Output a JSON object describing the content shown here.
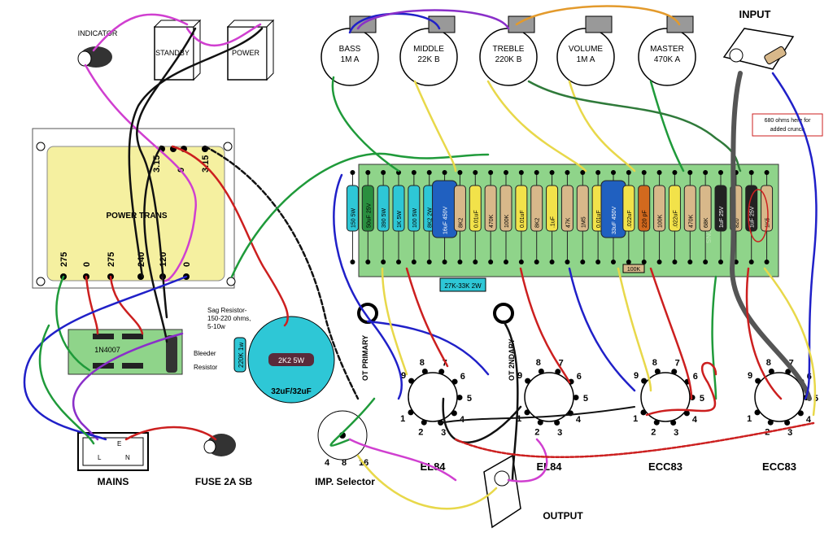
{
  "colors": {
    "green": "#1f9a3a",
    "black": "#111111",
    "red": "#cc1f1f",
    "yellow": "#e8d84a",
    "blue": "#2020c8",
    "purple": "#8a2fc9",
    "magenta": "#d03fd0",
    "gray": "#6b6b6b",
    "darkgreen": "#2f7a3a",
    "orange": "#e39a2c",
    "board": "#8fd48a",
    "trans": "#f5f0a0",
    "cap_cyan": "#2ec7d6",
    "tube": "#ffffff"
  },
  "labels": {
    "indicator": "INDICATOR",
    "standby": "STANDBY",
    "power": "POWER",
    "input": "INPUT",
    "power_trans": "POWER TRANS",
    "mains": "MAINS",
    "fuse": "FUSE 2A SB",
    "imp_selector": "IMP. Selector",
    "output": "OUTPUT",
    "ot_primary": "OT PRIMARY",
    "ot_secondary": "OT 2NDARY",
    "bleeder": "Bleeder\nResistor",
    "sag_note": "Sag Resistor-\n150-220 ohms,\n5-10w",
    "crunch_note": "680 ohms here for\nadded crunch",
    "diode": "1N4007",
    "filter_cap": "32uF/32uF",
    "res_2k2": "2K2 5W",
    "res_220k": "220K 1w",
    "res_27k": "27K-33K 2W",
    "res_100k_bottom": "100K",
    "watermark": "ELECTRONS"
  },
  "pots": [
    {
      "name": "BASS",
      "value": "1M A"
    },
    {
      "name": "MIDDLE",
      "value": "22K B"
    },
    {
      "name": "TREBLE",
      "value": "220K B"
    },
    {
      "name": "VOLUME",
      "value": "1M A"
    },
    {
      "name": "MASTER",
      "value": "470K A"
    }
  ],
  "transformer_taps": {
    "top": [
      "3.15",
      "0",
      "3.15"
    ],
    "bottom": [
      "275",
      "0",
      "275",
      "240",
      "120",
      "0"
    ]
  },
  "mains_pins": [
    "L",
    "E",
    "N"
  ],
  "imp_taps": [
    "4",
    "8",
    "16"
  ],
  "tubes": [
    {
      "label": "EL84",
      "pins": [
        "1",
        "2",
        "3",
        "4",
        "5",
        "6",
        "7",
        "8",
        "9"
      ]
    },
    {
      "label": "EL84",
      "pins": [
        "1",
        "2",
        "3",
        "4",
        "5",
        "6",
        "7",
        "8",
        "9"
      ]
    },
    {
      "label": "ECC83",
      "pins": [
        "1",
        "2",
        "3",
        "4",
        "5",
        "6",
        "7",
        "8",
        "9"
      ]
    },
    {
      "label": "ECC83",
      "pins": [
        "1",
        "2",
        "3",
        "4",
        "5",
        "6",
        "7",
        "8",
        "9"
      ]
    }
  ],
  "board_components": [
    {
      "label": "150 5W",
      "kind": "res",
      "color": "#2ec7d6"
    },
    {
      "label": "50uF 25V",
      "kind": "cap",
      "color": "#2a8f3f"
    },
    {
      "label": "390 5W",
      "kind": "res",
      "color": "#2ec7d6"
    },
    {
      "label": "1K 5W",
      "kind": "res",
      "color": "#2ec7d6"
    },
    {
      "label": "100 5W",
      "kind": "res",
      "color": "#2ec7d6"
    },
    {
      "label": "8K2 2W",
      "kind": "res",
      "color": "#2ec7d6"
    },
    {
      "label": "16uF 450V",
      "kind": "ecap",
      "color": "#2060c0"
    },
    {
      "label": "8K2",
      "kind": "res",
      "color": "#d8b88a"
    },
    {
      "label": "0.01uF",
      "kind": "cap",
      "color": "#f2e24a"
    },
    {
      "label": "470K",
      "kind": "res",
      "color": "#d8b88a"
    },
    {
      "label": "100K",
      "kind": "res",
      "color": "#d8b88a"
    },
    {
      "label": "0.01uF",
      "kind": "cap",
      "color": "#f2e24a"
    },
    {
      "label": "8K2",
      "kind": "res",
      "color": "#d8b88a"
    },
    {
      "label": ".1uF",
      "kind": "cap",
      "color": "#f2e24a"
    },
    {
      "label": "47K",
      "kind": "res",
      "color": "#d8b88a"
    },
    {
      "label": "1M5",
      "kind": "res",
      "color": "#d8b88a"
    },
    {
      "label": "0.01uF",
      "kind": "cap",
      "color": "#f2e24a"
    },
    {
      "label": "33uF 450V",
      "kind": "ecap",
      "color": "#2060c0"
    },
    {
      "label": ".022uF",
      "kind": "cap",
      "color": "#f2e24a"
    },
    {
      "label": "220 pF",
      "kind": "cap",
      "color": "#d2691e"
    },
    {
      "label": "100K",
      "kind": "res",
      "color": "#d8b88a"
    },
    {
      "label": ".022uF",
      "kind": "cap",
      "color": "#f2e24a"
    },
    {
      "label": "470K",
      "kind": "res",
      "color": "#d8b88a"
    },
    {
      "label": "68K",
      "kind": "res",
      "color": "#d8b88a"
    },
    {
      "label": "1uF 25V",
      "kind": "cap",
      "color": "#222222"
    },
    {
      "label": "820",
      "kind": "res",
      "color": "#d8b88a"
    },
    {
      "label": "1uF 25V",
      "kind": "cap",
      "color": "#222222"
    },
    {
      "label": "1K5",
      "kind": "res",
      "color": "#d8b88a"
    }
  ]
}
